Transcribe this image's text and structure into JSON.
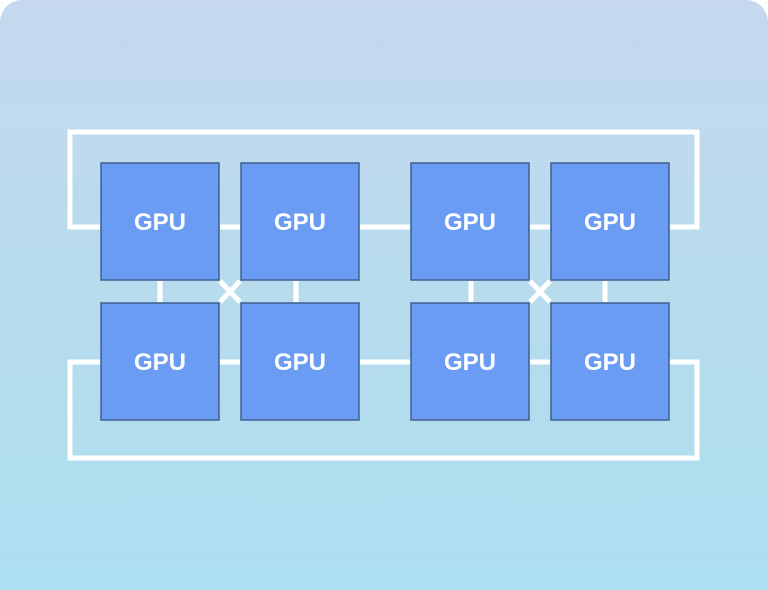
{
  "diagram": {
    "colors": {
      "gpu_fill": "#6a9cf4",
      "gpu_border": "#3f5f8f",
      "link": "#ffffff",
      "background_top": "#c5d8ee",
      "background_bottom": "#acdff0"
    },
    "gpus": [
      {
        "label": "GPU"
      },
      {
        "label": "GPU"
      },
      {
        "label": "GPU"
      },
      {
        "label": "GPU"
      },
      {
        "label": "GPU"
      },
      {
        "label": "GPU"
      },
      {
        "label": "GPU"
      },
      {
        "label": "GPU"
      }
    ]
  }
}
